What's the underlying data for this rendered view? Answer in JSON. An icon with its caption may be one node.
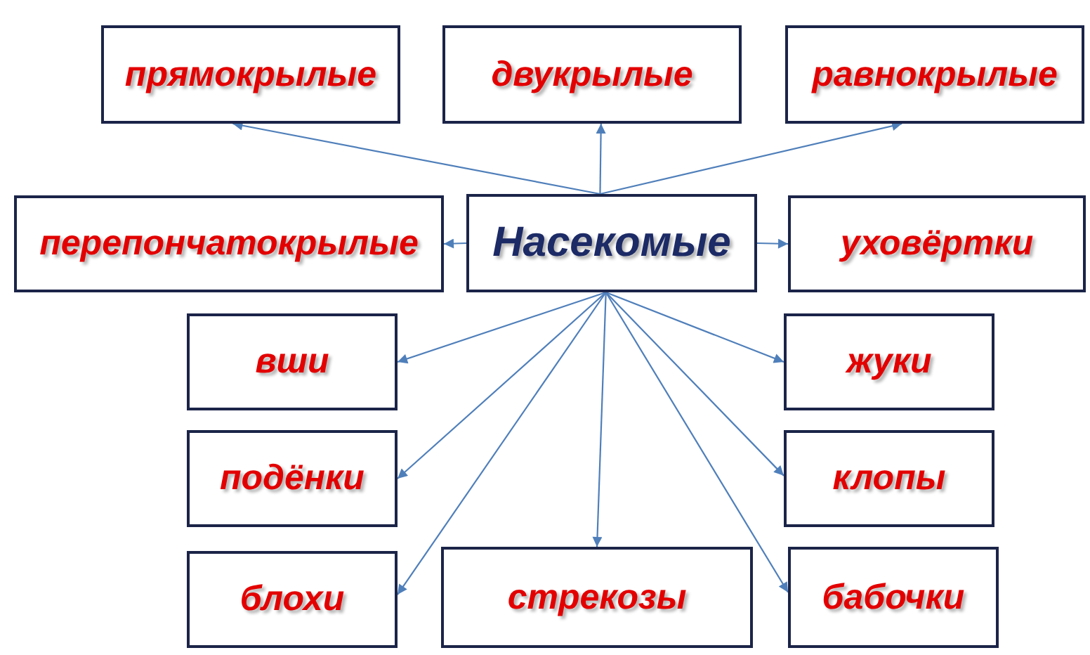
{
  "diagram": {
    "nodes": [
      {
        "text": [
          "прямокрылые"
        ]
      },
      {
        "text": [
          "двукрылые"
        ]
      },
      {
        "text": [
          "равнокрылые"
        ]
      },
      {
        "text": [
          "перепончатокрылые"
        ]
      },
      {
        "text": [
          "Насекомые"
        ]
      },
      {
        "text": [
          "уховёртки"
        ]
      },
      {
        "text": [
          "вши"
        ]
      },
      {
        "text": [
          "жуки"
        ]
      },
      {
        "text": [
          "подёнки"
        ]
      },
      {
        "text": [
          "клопы"
        ]
      },
      {
        "text": [
          "блохи"
        ]
      },
      {
        "text": [
          "стрекозы"
        ]
      },
      {
        "text": [
          "бабочки"
        ]
      }
    ],
    "edges": [
      {
        "from": 4,
        "to": 0,
        "arrow": "to"
      },
      {
        "from": 4,
        "to": 1,
        "arrow": "to"
      },
      {
        "from": 4,
        "to": 2,
        "arrow": "to"
      },
      {
        "from": 4,
        "to": 3,
        "arrow": "to"
      },
      {
        "from": 4,
        "to": 5,
        "arrow": "to"
      },
      {
        "from": 4,
        "to": 6,
        "arrow": "to"
      },
      {
        "from": 4,
        "to": 7,
        "arrow": "to"
      },
      {
        "from": 4,
        "to": 8,
        "arrow": "to"
      },
      {
        "from": 4,
        "to": 9,
        "arrow": "to"
      },
      {
        "from": 4,
        "to": 10,
        "arrow": "to"
      },
      {
        "from": 4,
        "to": 11,
        "arrow": "to"
      },
      {
        "from": 4,
        "to": 12,
        "arrow": "to"
      }
    ]
  }
}
